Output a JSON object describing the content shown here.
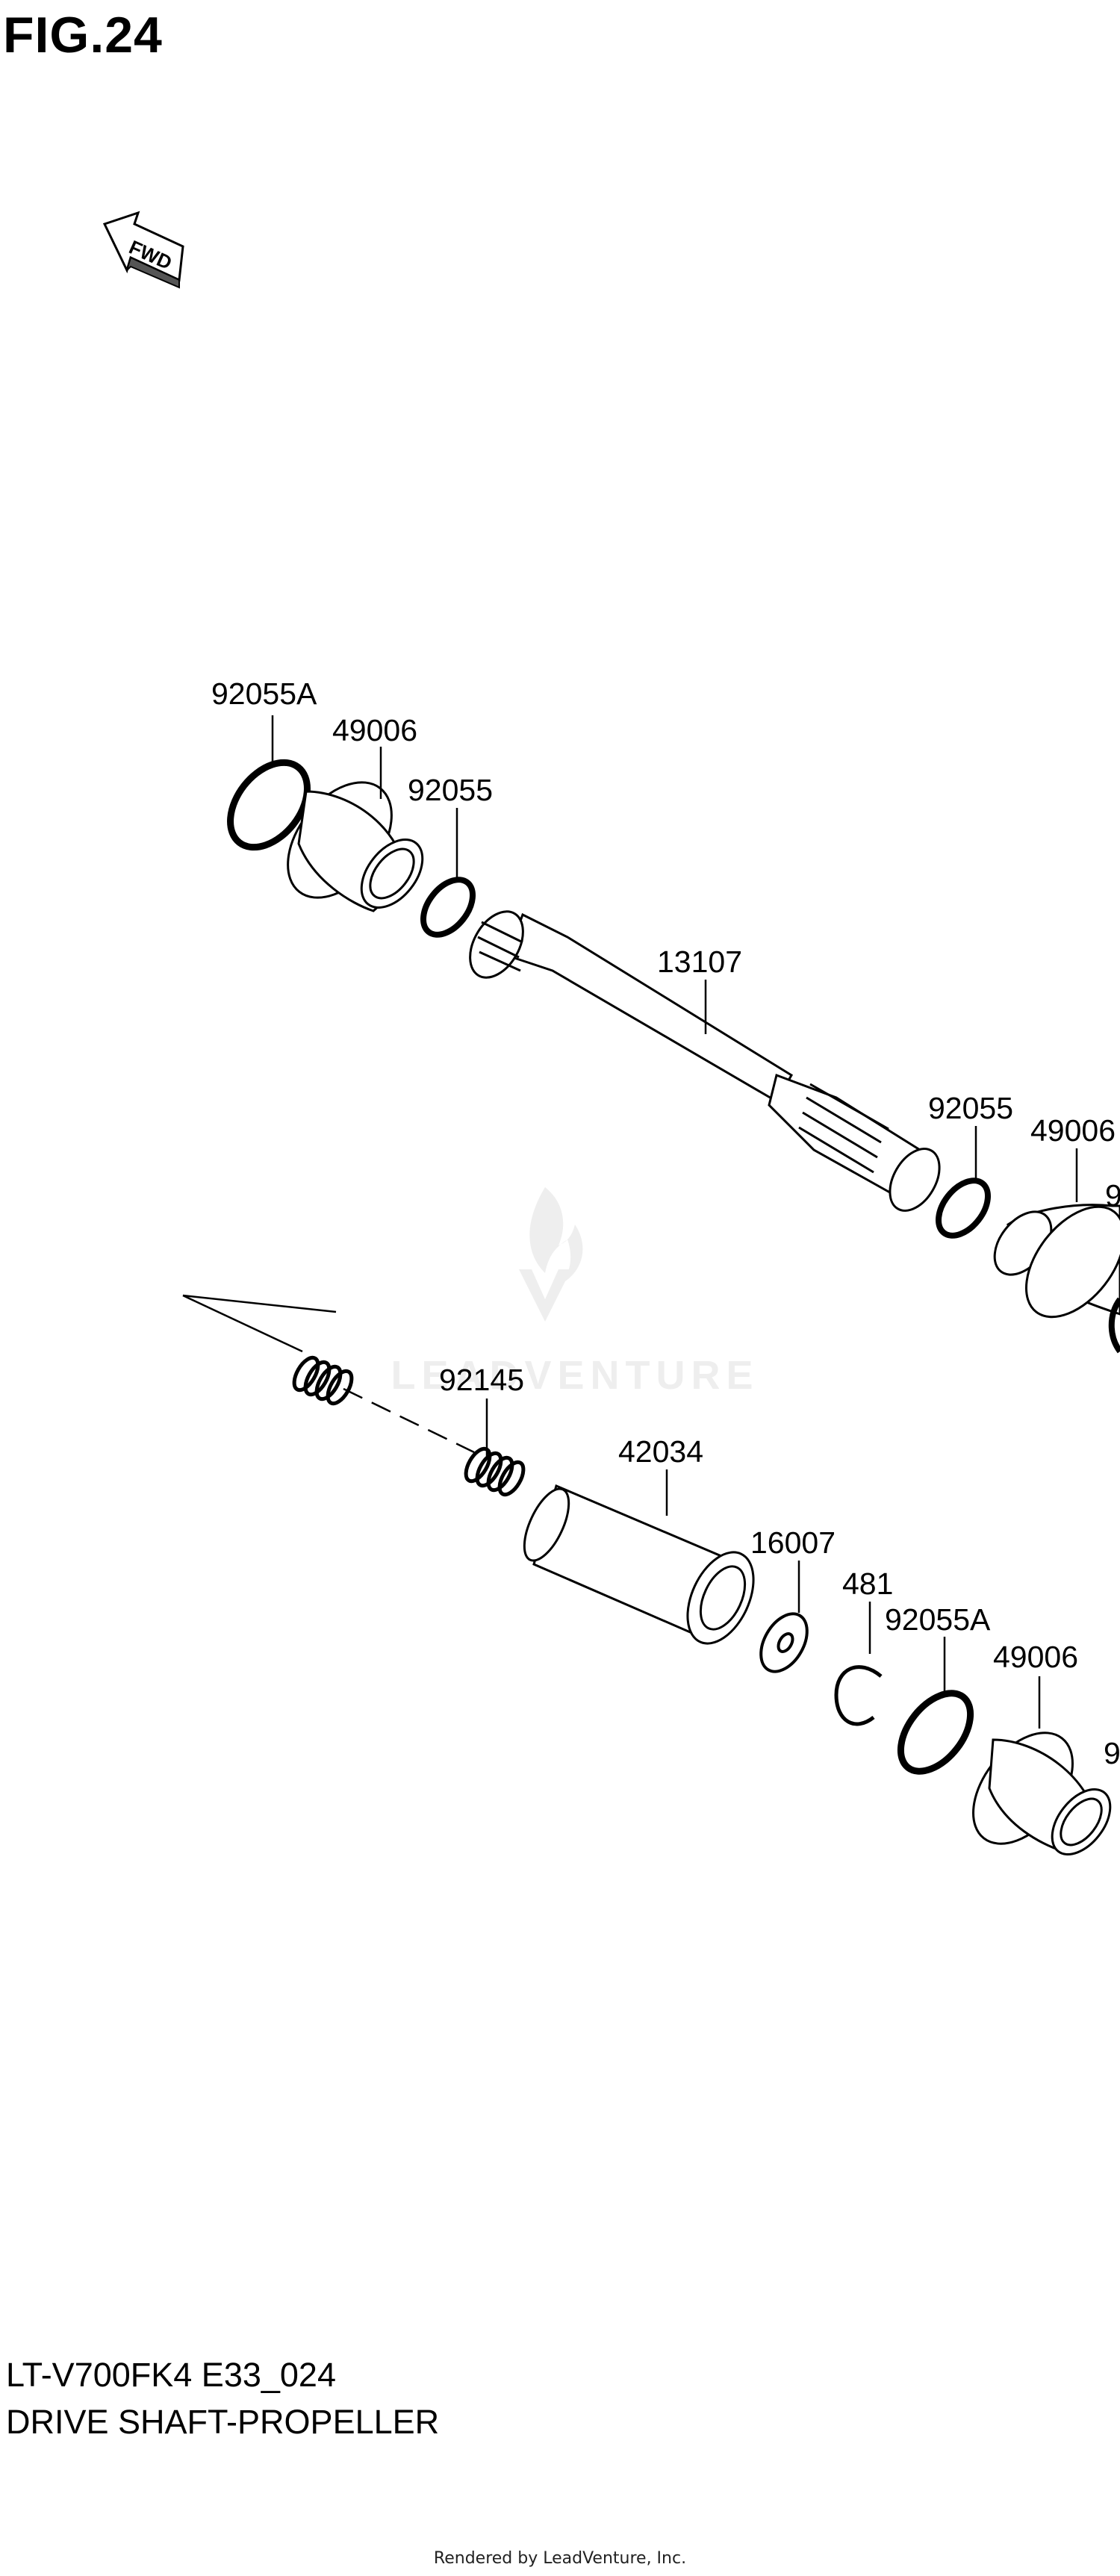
{
  "figure": {
    "title": "FIG.24"
  },
  "fwd_arrow": {
    "label": "FWD",
    "icon": "fwd-arrow-icon"
  },
  "watermark": {
    "text": "LEADVENTURE",
    "icon": "flame-v-logo-icon"
  },
  "callouts": {
    "p92055A_top": "92055A",
    "p49006_top": "49006",
    "p92055_top": "92055",
    "p13107": "13107",
    "p92055_right": "92055",
    "p49006_right": "49006",
    "p92145": "92145",
    "p42034": "42034",
    "p16007": "16007",
    "p481": "481",
    "p92055A_bottom": "92055A",
    "p49006_bottom": "49006",
    "cut_right_top": "9",
    "cut_right_bottom": "9"
  },
  "footer": {
    "model_code": "LT-V700FK4 E33_024",
    "diagram_name": "DRIVE SHAFT-PROPELLER",
    "credit": "Rendered by LeadVenture, Inc."
  },
  "colors": {
    "line": "#000000",
    "watermark": "#e3e3e3"
  }
}
